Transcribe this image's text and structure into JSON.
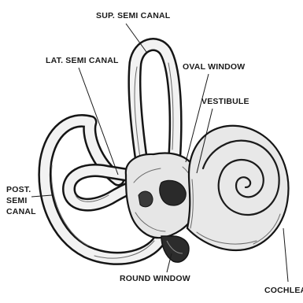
{
  "diagram": {
    "labels": {
      "sup_semi_canal": "SUP. SEMI CANAL",
      "lat_semi_canal": "LAT. SEMI CANAL",
      "oval_window": "OVAL WINDOW",
      "vestibule": "VESTIBULE",
      "post_semi_canal_line1": "POST.",
      "post_semi_canal_line2": "SEMI",
      "post_semi_canal_line3": "CANAL",
      "round_window": "ROUND WINDOW",
      "cochlea": "COCHLEA"
    },
    "colors": {
      "ink": "#151515",
      "bone": "#f2f2f2",
      "background": "#ffffff"
    }
  }
}
